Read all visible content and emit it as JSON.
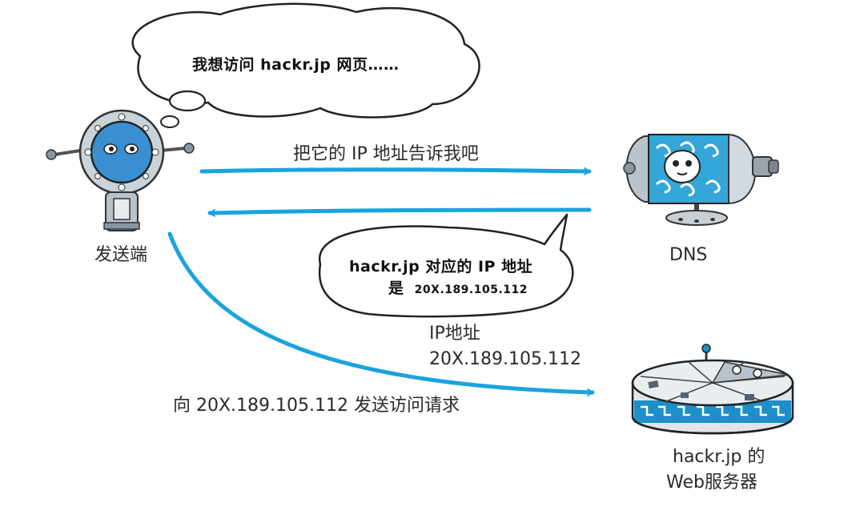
{
  "thought_bubble": {
    "text": "我想访问 hackr.jp 网页……"
  },
  "client": {
    "label": "发送端"
  },
  "dns": {
    "label": "DNS"
  },
  "server": {
    "label_line1": "hackr.jp 的",
    "label_line2": "Web服务器"
  },
  "request_to_dns": {
    "text": "把它的 IP 地址告诉我吧"
  },
  "dns_reply_bubble": {
    "line1": "hackr.jp 对应的 IP 地址",
    "line2_prefix": "是",
    "line2_ip": "20X.189.105.112"
  },
  "ip_info": {
    "line1": "IP地址",
    "line2": "20X.189.105.112"
  },
  "request_to_server": {
    "text": "向 20X.189.105.112 发送访问请求"
  },
  "colors": {
    "arrow": "#1aa3df",
    "robot_blue": "#3a8fd0",
    "robot_grey": "#9fb0bd",
    "dns_pattern": "#35a6d8",
    "server_band": "#1e8fc9"
  }
}
